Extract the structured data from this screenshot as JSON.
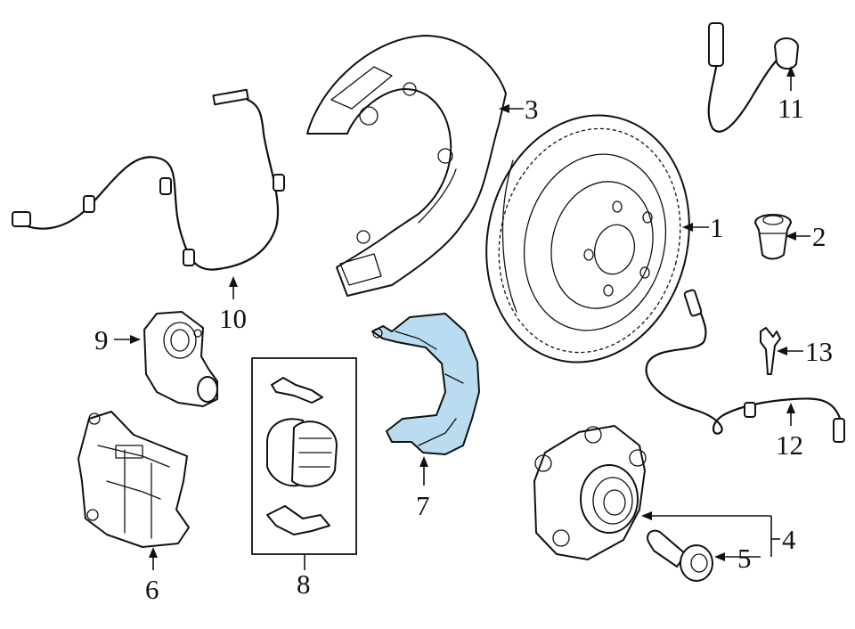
{
  "diagram": {
    "highlight_color": "#b9dcf0",
    "callouts": [
      {
        "id": "1",
        "text": "1"
      },
      {
        "id": "2",
        "text": "2"
      },
      {
        "id": "3",
        "text": "3"
      },
      {
        "id": "4",
        "text": "4"
      },
      {
        "id": "5",
        "text": "5"
      },
      {
        "id": "6",
        "text": "6"
      },
      {
        "id": "7",
        "text": "7"
      },
      {
        "id": "8",
        "text": "8"
      },
      {
        "id": "9",
        "text": "9"
      },
      {
        "id": "10",
        "text": "10"
      },
      {
        "id": "11",
        "text": "11"
      },
      {
        "id": "12",
        "text": "12"
      },
      {
        "id": "13",
        "text": "13"
      }
    ]
  }
}
